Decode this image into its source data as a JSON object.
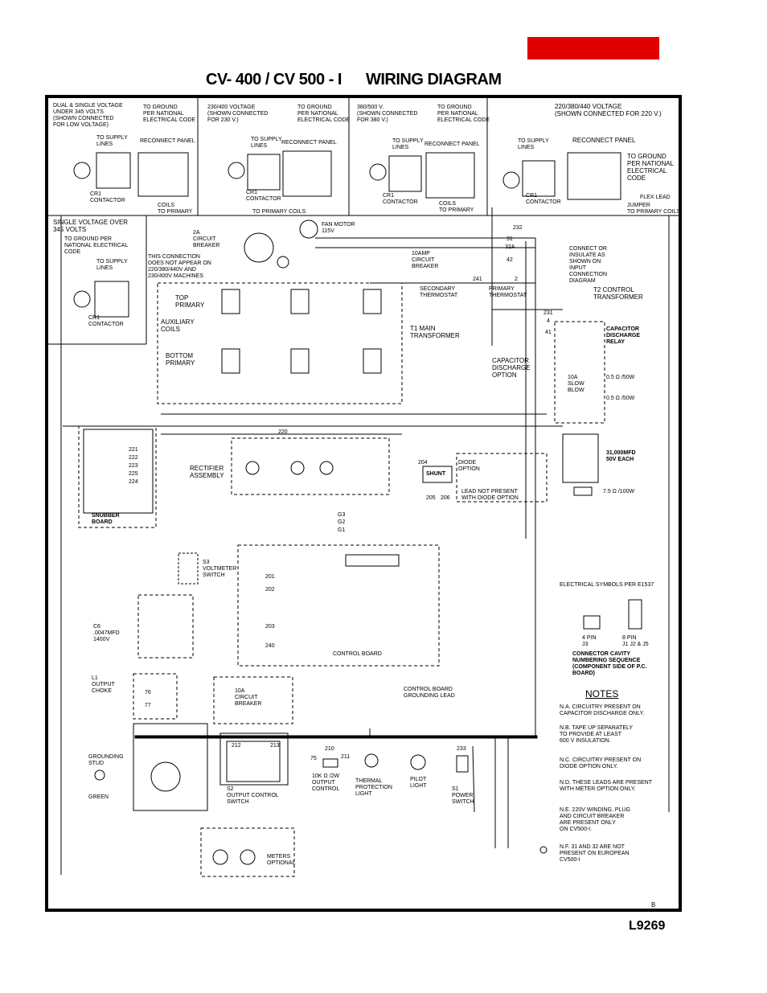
{
  "title": {
    "models": "CV- 400 /  CV 500 - I",
    "diagram": "WIRING DIAGRAM"
  },
  "doc_number": "L9269",
  "revision": "B",
  "header_panels": [
    {
      "heading": "DUAL & SINGLE VOLTAGE\nUNDER 345 VOLTS\n(SHOWN CONNECTED\nFOR LOW VOLTAGE)",
      "ground": "TO GROUND\nPER NATIONAL\nELECTRICAL CODE",
      "reconnect": "RECONNECT PANEL"
    },
    {
      "heading": "230/400 VOLTAGE\n(SHOWN CONNECTED\nFOR 230 V.)",
      "ground": "TO GROUND\nPER NATIONAL\nELECTRICAL CODE",
      "reconnect": "RECONNECT PANEL"
    },
    {
      "heading": "380/500 V.\n(SHOWN CONNECTED\nFOR 380 V.)",
      "ground": "TO GROUND\nPER NATIONAL\nELECTRICAL CODE",
      "reconnect": "RECONNECT PANEL"
    },
    {
      "heading": "220/380/440 VOLTAGE\n(SHOWN CONNECTED FOR 220 V.)",
      "ground": "TO GROUND\nPER NATIONAL\nELECTRICAL\nCODE",
      "reconnect": "RECONNECT PANEL"
    }
  ],
  "single_voltage": {
    "heading": "SINGLE VOLTAGE OVER\n345 VOLTS",
    "ground": "TO GROUND PER\nNATIONAL ELECTRICAL\nCODE"
  },
  "labels": {
    "to_supply_lines": "TO SUPPLY\nLINES",
    "coils_to_primary": "COILS\nTO PRIMARY",
    "to_primary_coils": "TO PRIMARY COILS",
    "cr1_contactor": "CR1\nCONTACTOR",
    "flex_lead": "FLEX LEAD",
    "jumper": "JUMPER\nTO PRIMARY COILS",
    "fan_motor": "FAN MOTOR\n115V",
    "circuit_breaker_2a": "2A\nCIRCUIT\nBREAKER",
    "connection_note": "THIS CONNECTION\nDOES NOT APPEAR ON\n220/380/440V AND\n230/400V MACHINES",
    "circuit_breaker_10a": "10AMP\nCIRCUIT\nBREAKER",
    "secondary_thermostat": "SECONDARY\nTHERMOSTAT",
    "primary_thermostat": "PRIMARY\nTHERMOSTAT",
    "connect_insulate": "CONNECT OR\nINSULATE AS\nSHOWN ON\nINPUT\nCONNECTION\nDIAGRAM",
    "t2_control": "T2 CONTROL\nTRANSFORMER",
    "top_primary": "TOP\nPRIMARY",
    "auxiliary_coils": "AUXILIARY\nCOILS",
    "bottom_primary": "BOTTOM\nPRIMARY",
    "t1_main": "T1 MAIN\nTRANSFORMER",
    "cap_discharge_relay": "CAPACITOR\nDISCHARGE\nRELAY",
    "cap_discharge_option": "CAPACITOR\nDISCHARGE\nOPTION",
    "slow_blow": "10A\nSLOW\nBLOW",
    "r_50w_1": "0.5 Ω /50W",
    "r_50w_2": "0.5 Ω /50W",
    "caps": "31,000MFD\n50V EACH",
    "r2": "7.5 Ω /100W",
    "rectifier": "RECTIFIER\nASSEMBLY",
    "snubber": "SNUBBER\nBOARD",
    "shunt": "SHUNT",
    "diode_option": "DIODE\nOPTION",
    "lead_not_present": "LEAD NOT PRESENT\nWITH DIODE OPTION",
    "voltmeter_switch": "S3\nVOLTMETER\nSWITCH",
    "c6": "C6\n.0047MFD\n1400V",
    "output_choke": "L1\nOUTPUT\nCHOKE",
    "control_board": "CONTROL BOARD",
    "cb_grounding": "CONTROL BOARD\nGROUNDING LEAD",
    "cb_10a": "10A\nCIRCUIT\nBREAKER",
    "grounding_stud": "GROUNDING\nSTUD",
    "green": "GREEN",
    "output_control_switch": "S2\nOUTPUT CONTROL\nSWITCH",
    "r4": "10K Ω /2W\nOUTPUT\nCONTROL",
    "thermal_light": "THERMAL\nPROTECTION\nLIGHT",
    "pilot_light": "PILOT\nLIGHT",
    "power_switch": "S1\nPOWER\nSWITCH",
    "meters": "METERS\nOPTIONAL",
    "elec_symbols": "ELECTRICAL SYMBOLS PER    E1537",
    "pin4": "4 PIN\nJ3",
    "pin8": "8 PIN\nJ1 J2 & J5",
    "cavity": "CONNECTOR CAVITY\nNUMBERING SEQUENCE\n(COMPONENT SIDE OF P.C.\nBOARD)"
  },
  "notes_title": "NOTES",
  "notes": [
    "N.A. CIRCUITRY PRESENT ON\n       CAPACITOR DISCHARGE  ONLY.",
    "N.B. TAPE UP SEPARATELY\n       TO PROVIDE AT LEAST\n       600 V INSULATION.",
    "N.C. CIRCUITRY PRESENT ON\n       DIODE OPTION ONLY.",
    "N.D. THESE LEADS ARE PRESENT\n       WITH METER OPTION ONLY.",
    "N.E. 220V WINDING, PLUG\n       AND CIRCUIT BREAKER\n       ARE PRESENT ONLY\n       ON CV500-I.",
    "N.F. 31 AND 32 ARE NOT\n       PRESENT ON EUROPEAN\n       CV500-I"
  ],
  "wire_numbers": [
    "232",
    "31",
    "32A",
    "42",
    "241",
    "2",
    "231",
    "4",
    "41",
    "204",
    "220",
    "221",
    "222",
    "223",
    "225",
    "224",
    "205",
    "206",
    "G1",
    "G2",
    "G3",
    "201",
    "202",
    "203",
    "240",
    "210",
    "211",
    "212",
    "213",
    "75",
    "76",
    "77",
    "233"
  ]
}
